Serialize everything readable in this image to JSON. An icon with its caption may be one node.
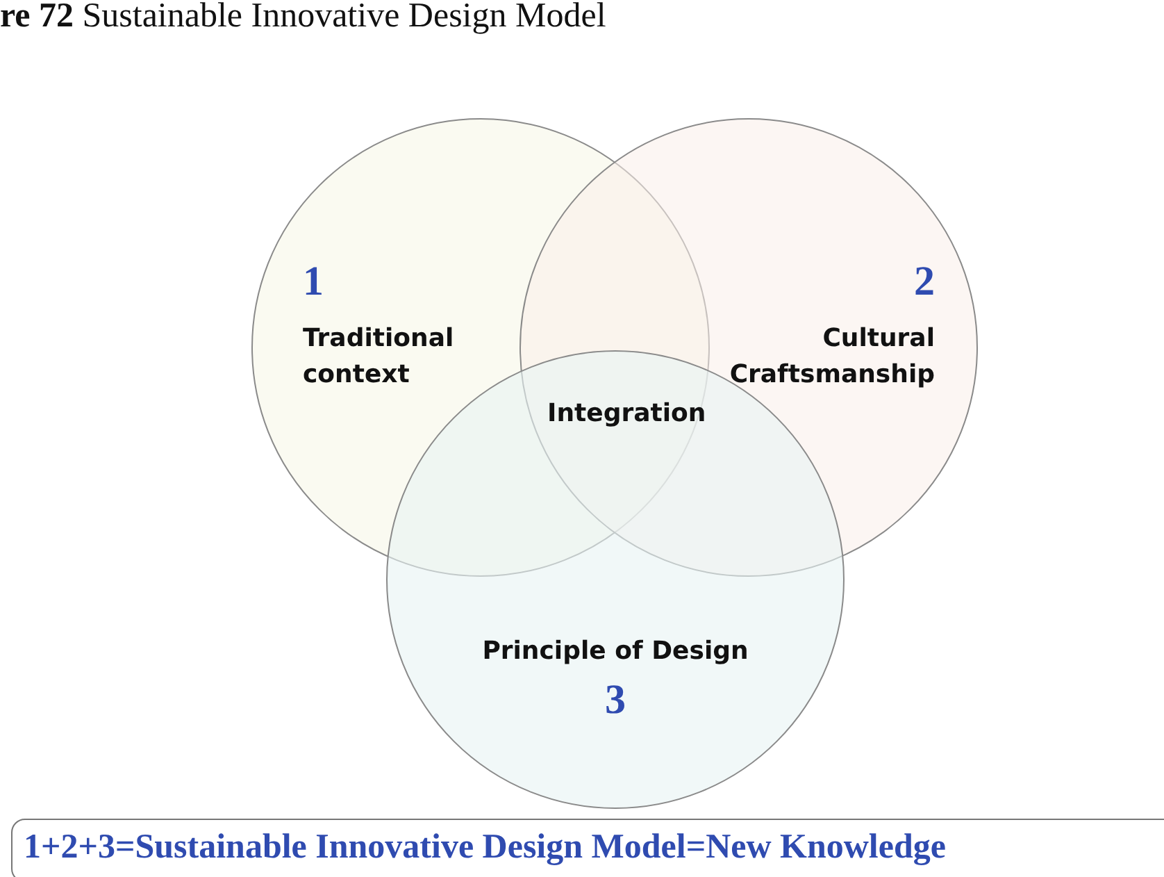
{
  "diagram": {
    "title": "**re  72** Sustainable Innovative Design Model",
    "nodes": [
      {
        "text": [
          "1",
          "Traditional context"
        ]
      },
      {
        "text": [
          "2",
          "Cultural Craftsmanship"
        ]
      },
      {
        "text": [
          "Principle of Design",
          "3"
        ]
      },
      {
        "text": [
          "1+2+3=Sustainable Innovative Design Model=New Knowledge"
        ]
      }
    ],
    "labels": [
      "Integration"
    ]
  }
}
